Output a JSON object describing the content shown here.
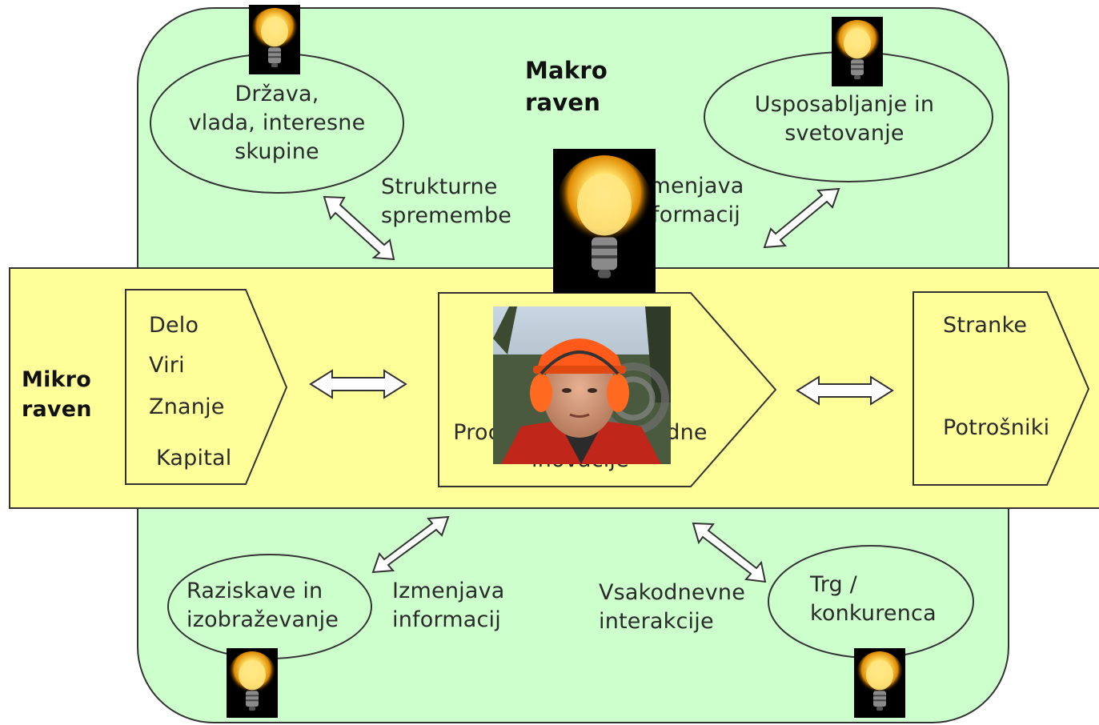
{
  "macro": {
    "title": "Makro\nraven",
    "ellipses": {
      "state": "Država,\nvlada, interesne\nskupine",
      "training": "Usposabljanje in\nsvetovanje",
      "research": "Raziskave in\nizobraževanje",
      "market": "Trg /\nkonkurenca"
    },
    "links": {
      "structural": "Strukturne\nspremembe",
      "info_exchange_top": "Izmenjava\ninformacij",
      "info_exchange_bottom": "Izmenjava\ninformacij",
      "daily": "Vsakodnevne\ninterakcije"
    }
  },
  "micro": {
    "title": "Mikro\nraven",
    "inputs": [
      "Delo",
      "Viri",
      "Znanje",
      "Kapital"
    ],
    "process": "Procesne in proizvodne\ninovacije",
    "customers": [
      "Stranke",
      "Potrošniki"
    ]
  },
  "colors": {
    "macro_fill": "#ccffcc",
    "micro_fill": "#ffff99",
    "bulb_glow": "#ffcc33",
    "photo_helmet": "#ff5a1a"
  },
  "icons": {
    "bulb": "lightbulb-icon",
    "arrow": "double-arrow-icon"
  }
}
